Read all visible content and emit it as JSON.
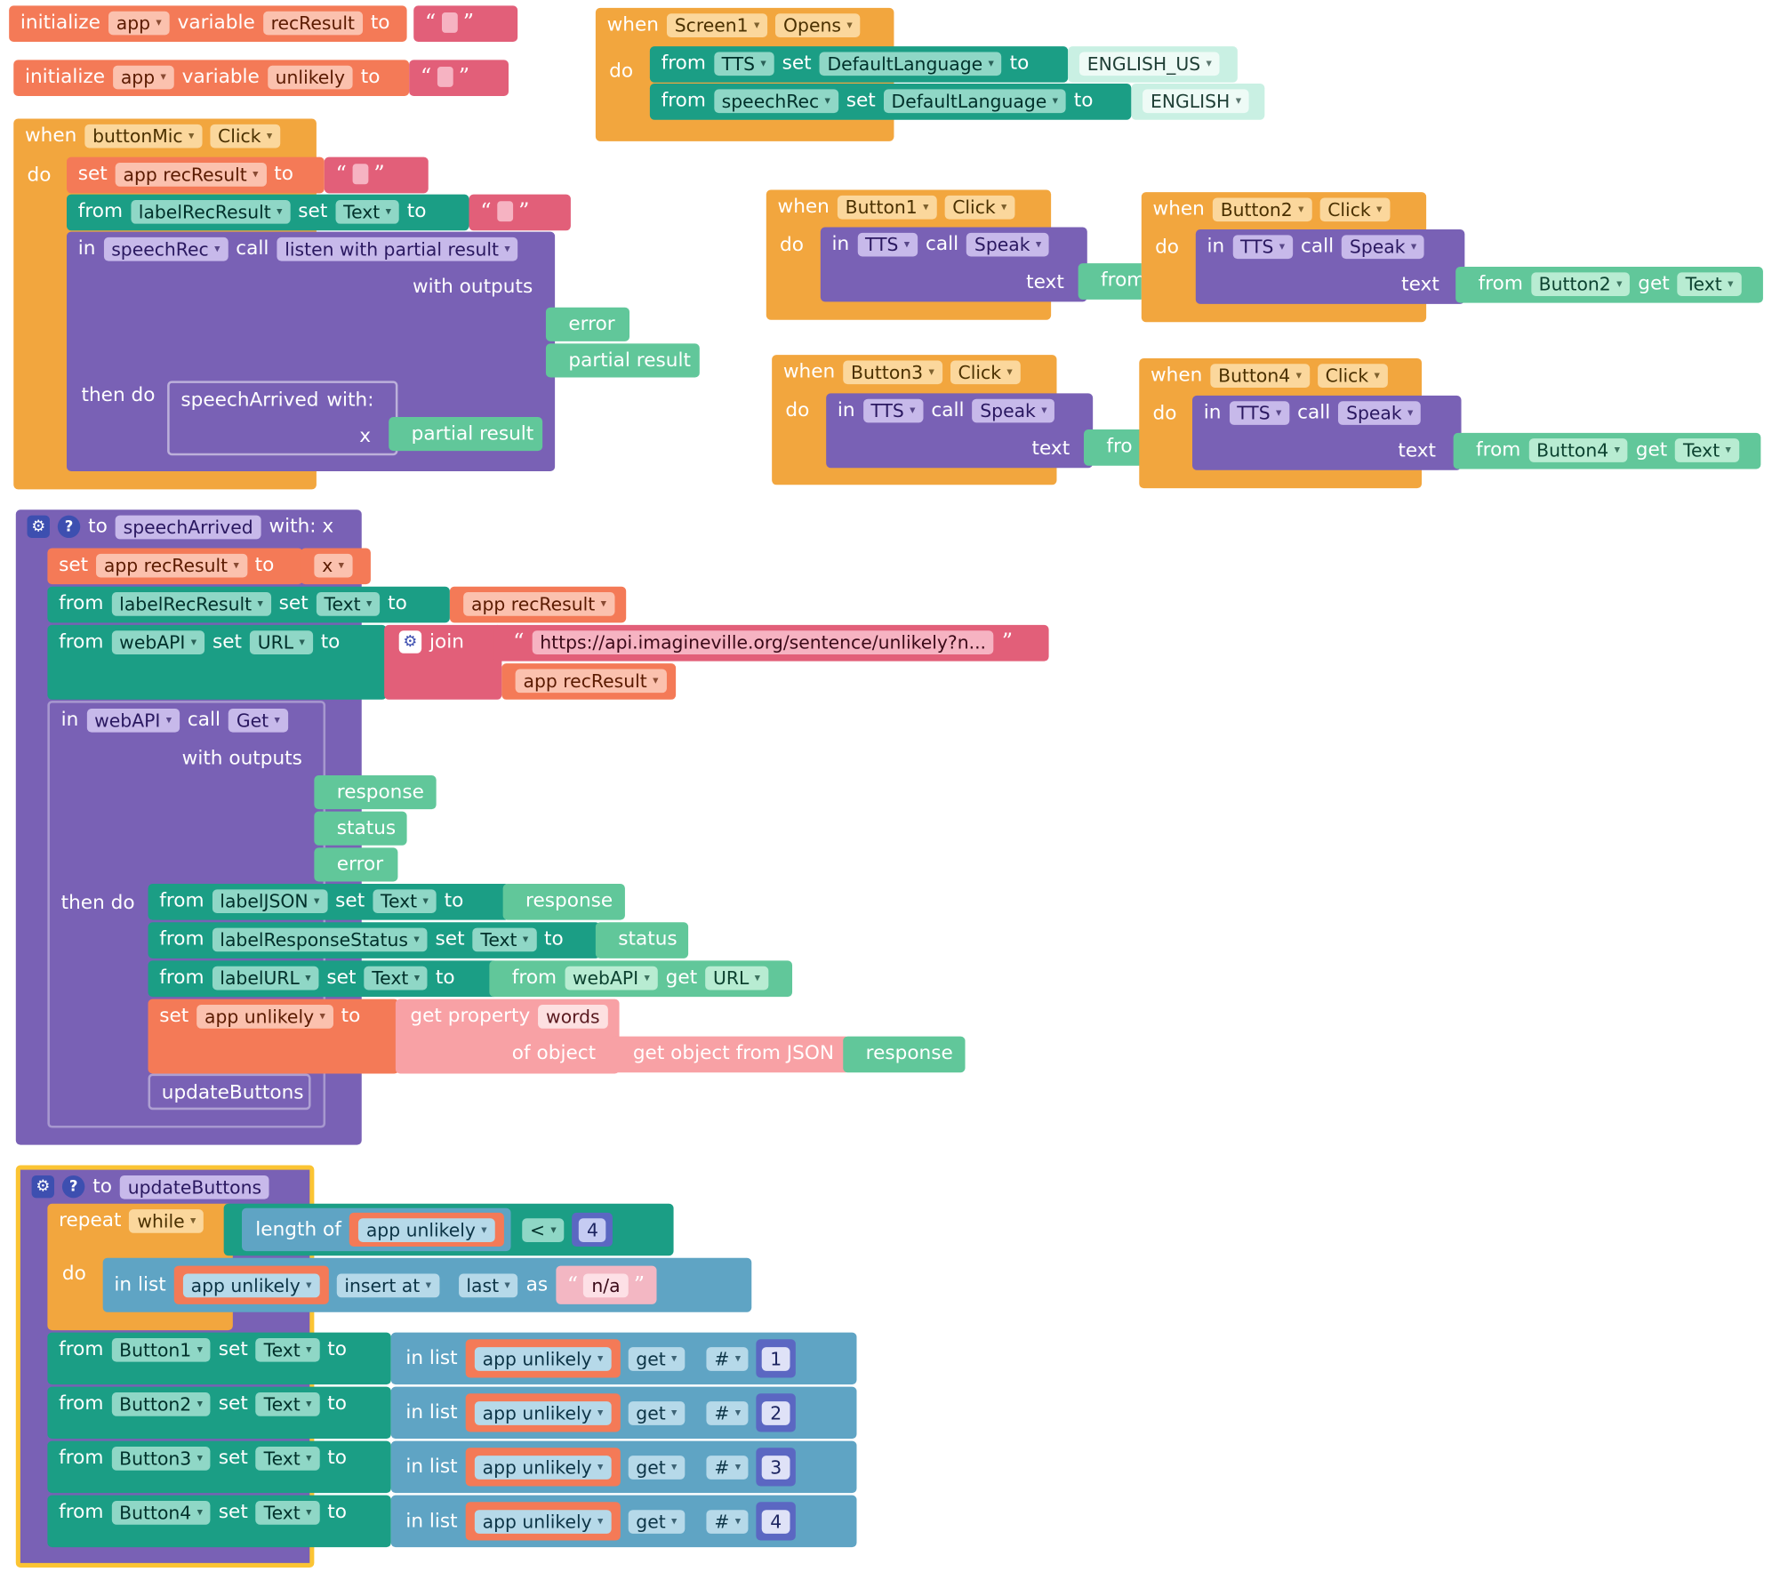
{
  "globals": [
    {
      "initialize": "initialize",
      "scope": "app",
      "variable": "variable",
      "name": "recResult",
      "to": "to",
      "value": ""
    },
    {
      "initialize": "initialize",
      "scope": "app",
      "variable": "variable",
      "name": "unlikely",
      "to": "to",
      "value": ""
    }
  ],
  "kw": {
    "when": "when",
    "do": "do",
    "from": "from",
    "set": "set",
    "to": "to",
    "in": "in",
    "call": "call",
    "get": "get",
    "text": "text",
    "with_outputs": "with outputs",
    "then_do": "then do",
    "with": "with:",
    "x": "x",
    "join": "join",
    "repeat": "repeat",
    "while": "while",
    "length_of": "length of",
    "in_list": "in list",
    "insert_at": "insert at",
    "last": "last",
    "as": "as",
    "hash": "#",
    "lt": "<",
    "of_object": "of object",
    "get_property": "get property",
    "get_object_from_json": "get object from JSON",
    "with_x": "with: x"
  },
  "screen1": {
    "component": "Screen1",
    "event": "Opens",
    "lines": [
      {
        "component": "TTS",
        "property": "DefaultLanguage",
        "value": "ENGLISH_US"
      },
      {
        "component": "speechRec",
        "property": "DefaultLanguage",
        "value": "ENGLISH"
      }
    ]
  },
  "buttonMic": {
    "component": "buttonMic",
    "event": "Click",
    "set_var": "app recResult",
    "label": "labelRecResult",
    "label_prop": "Text",
    "speech": "speechRec",
    "method": "listen with partial result",
    "outputs": [
      "error",
      "partial result"
    ],
    "proc": "speechArrived",
    "arg": "partial result"
  },
  "buttons": [
    {
      "component": "Button1",
      "event": "Click",
      "tts": "TTS",
      "method": "Speak",
      "from": "from"
    },
    {
      "component": "Button2",
      "event": "Click",
      "tts": "TTS",
      "method": "Speak",
      "from": "from",
      "getter": "Button2",
      "prop": "Text"
    },
    {
      "component": "Button3",
      "event": "Click",
      "tts": "TTS",
      "method": "Speak",
      "from": "fro"
    },
    {
      "component": "Button4",
      "event": "Click",
      "tts": "TTS",
      "method": "Speak",
      "from": "from",
      "getter": "Button4",
      "prop": "Text"
    }
  ],
  "speechArrived": {
    "name": "speechArrived",
    "param": "x",
    "set_var": "app recResult",
    "label": "labelRecResult",
    "label_prop": "Text",
    "webapi": "webAPI",
    "url_prop": "URL",
    "url": "https://api.imagineville.org/sentence/unlikely?n...",
    "get_method": "Get",
    "outputs": [
      "response",
      "status",
      "error"
    ],
    "then": [
      {
        "component": "labelJSON",
        "property": "Text",
        "value": "response"
      },
      {
        "component": "labelResponseStatus",
        "property": "Text",
        "value": "status"
      },
      {
        "component": "labelURL",
        "property": "Text",
        "getter": "webAPI",
        "getprop": "URL"
      }
    ],
    "unlikely_var": "app unlikely",
    "prop_name": "words",
    "json_arg": "response",
    "call_proc": "updateButtons"
  },
  "updateButtons": {
    "name": "updateButtons",
    "var": "app unlikely",
    "limit": "4",
    "filler": "n/a",
    "rows": [
      {
        "component": "Button1",
        "property": "Text",
        "index": "1"
      },
      {
        "component": "Button2",
        "property": "Text",
        "index": "2"
      },
      {
        "component": "Button3",
        "property": "Text",
        "index": "3"
      },
      {
        "component": "Button4",
        "property": "Text",
        "index": "4"
      }
    ]
  },
  "icons": {
    "gear": "gear-icon",
    "help": "help-icon",
    "dropdown": "chevron-down-icon"
  },
  "colors": {
    "event": "#f2a63e",
    "variable": "#f47a57",
    "text": "#e25f79",
    "component_set": "#1b9e85",
    "procedure": "#7961b5",
    "getter": "#61c79a",
    "list": "#5fa4c4",
    "dictionary": "#f8a1a5"
  }
}
